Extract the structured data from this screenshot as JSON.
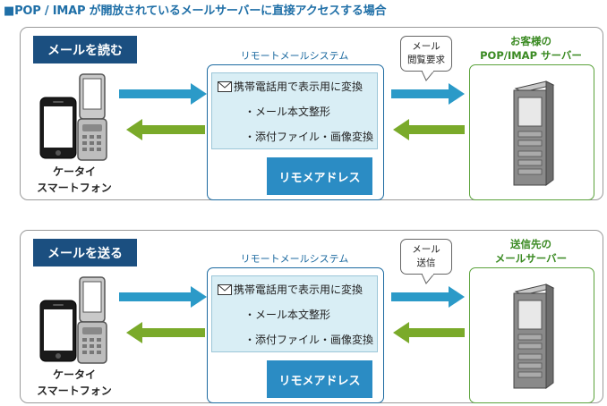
{
  "title": "■POP / IMAP が開放されているメールサーバーに直接アクセスする場合",
  "colors": {
    "navy": "#1b4f80",
    "blue": "#2b8cc4",
    "green": "#7aaa2a",
    "light_blue_bg": "#d9eef5"
  },
  "panels": [
    {
      "action_label": "メールを読む",
      "device_line1": "ケータイ",
      "device_line2": "スマートフォン",
      "system_title": "リモートメールシステム",
      "system_items": [
        "携帯電話用で表示用に変換",
        "・メール本文整形",
        "・添付ファイル・画像変換"
      ],
      "remo_button": "リモメアドレス",
      "bubble_line1": "メール",
      "bubble_line2": "閲覧要求",
      "server_line1": "お客様の",
      "server_line2": "POP/IMAP サーバー"
    },
    {
      "action_label": "メールを送る",
      "device_line1": "ケータイ",
      "device_line2": "スマートフォン",
      "system_title": "リモートメールシステム",
      "system_items": [
        "携帯電話用で表示用に変換",
        "・メール本文整形",
        "・添付ファイル・画像変換"
      ],
      "remo_button": "リモメアドレス",
      "bubble_line1": "メール",
      "bubble_line2": "送信",
      "server_line1": "送信先の",
      "server_line2": "メールサーバー"
    }
  ]
}
